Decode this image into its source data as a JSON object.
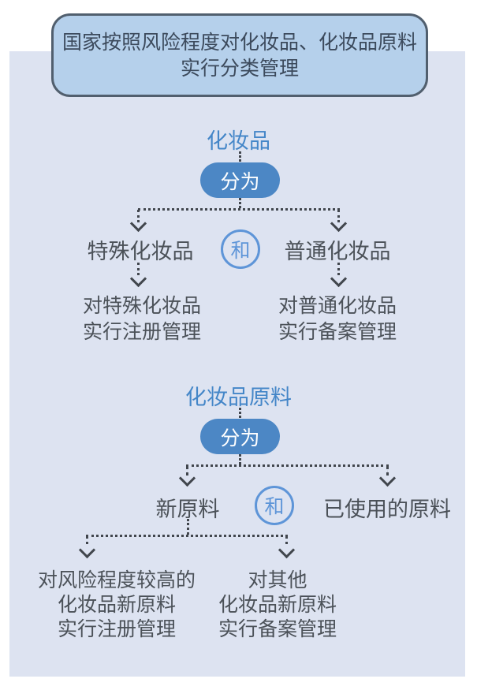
{
  "colors": {
    "page_bg": "#ffffff",
    "panel_bg": "#dde3f1",
    "header_fill": "#b5d0eb",
    "header_border": "#515f6e",
    "header_text": "#3c4a5c",
    "title_blue": "#4486c8",
    "pill_bg": "#4c87c5",
    "pill_text": "#ffffff",
    "circle_blue": "#5e95d8",
    "body_text": "#4b5158",
    "connector": "#41464d"
  },
  "header": {
    "lines": [
      "国家按照风险程度对化妆品、化妆品原料",
      "实行分类管理"
    ]
  },
  "sections": [
    {
      "title": "化妆品",
      "split_label": "分为",
      "conjunction": "和",
      "branches": [
        {
          "label": "特殊化妆品",
          "result": [
            "对特殊化妆品",
            "实行注册管理"
          ]
        },
        {
          "label": "普通化妆品",
          "result": [
            "对普通化妆品",
            "实行备案管理"
          ]
        }
      ]
    },
    {
      "title": "化妆品原料",
      "split_label": "分为",
      "conjunction": "和",
      "branches": [
        {
          "label": "新原料"
        },
        {
          "label": "已使用的原料"
        }
      ],
      "sub_split": {
        "parent": "新原料",
        "branches": [
          {
            "result": [
              "对风险程度较高的",
              "化妆品新原料",
              "实行注册管理"
            ]
          },
          {
            "result": [
              "对其他",
              "化妆品新原料",
              "实行备案管理"
            ]
          }
        ]
      }
    }
  ]
}
